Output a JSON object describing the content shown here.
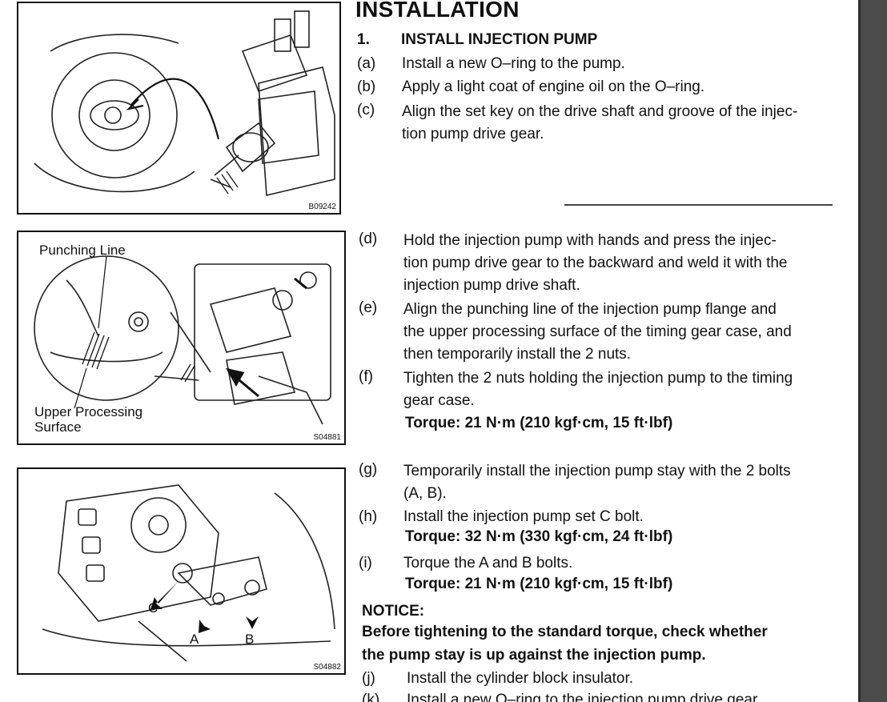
{
  "heading": "INSTALLATION",
  "section": {
    "num": "1.",
    "title": "INSTALL INJECTION PUMP"
  },
  "steps": [
    {
      "letter": "(a)",
      "text": "Install a new O–ring to the pump."
    },
    {
      "letter": "(b)",
      "text": "Apply a light coat of engine oil on the O–ring."
    },
    {
      "letter": "(c)",
      "text": "Align the set key on the drive shaft and groove of the injec-\ntion pump drive gear."
    },
    {
      "letter": "(d)",
      "text": "Hold the injection pump with hands and press the injec-\ntion pump drive gear to the backward and weld it with the\ninjection pump drive shaft."
    },
    {
      "letter": "(e)",
      "text": "Align the punching line of the injection pump flange and\nthe upper processing surface of the timing gear case, and\nthen temporarily install the 2 nuts."
    },
    {
      "letter": "(f)",
      "text": "Tighten the 2 nuts holding the injection pump to the timing\ngear case."
    },
    {
      "letter": "(g)",
      "text": "Temporarily install the injection pump stay with the 2 bolts\n(A, B)."
    },
    {
      "letter": "(h)",
      "text": "Install the injection pump set C bolt."
    },
    {
      "letter": "(i)",
      "text": "Torque the A and B bolts."
    },
    {
      "letter": "(j)",
      "text": "Install the cylinder block insulator."
    },
    {
      "letter": "(k)",
      "text": "Install a new O–ring to the injection pump drive gear"
    }
  ],
  "torques": {
    "f": "Torque: 21 N·m (210 kgf·cm, 15 ft·lbf)",
    "h": "Torque: 32 N·m (330 kgf·cm, 24 ft·lbf)",
    "i": "Torque: 21 N·m (210 kgf·cm, 15 ft·lbf)"
  },
  "notice": {
    "label": "NOTICE:",
    "text": "Before tightening to the standard torque, check whether\nthe pump stay is up against the injection pump."
  },
  "figures": {
    "fig1": {
      "code": "B09242"
    },
    "fig2": {
      "code": "S04881",
      "label_top": "Punching Line",
      "label_bottom": "Upper Processing\nSurface"
    },
    "fig3": {
      "code": "S04882",
      "label_a": "A",
      "label_b": "B",
      "label_c": "C"
    }
  }
}
